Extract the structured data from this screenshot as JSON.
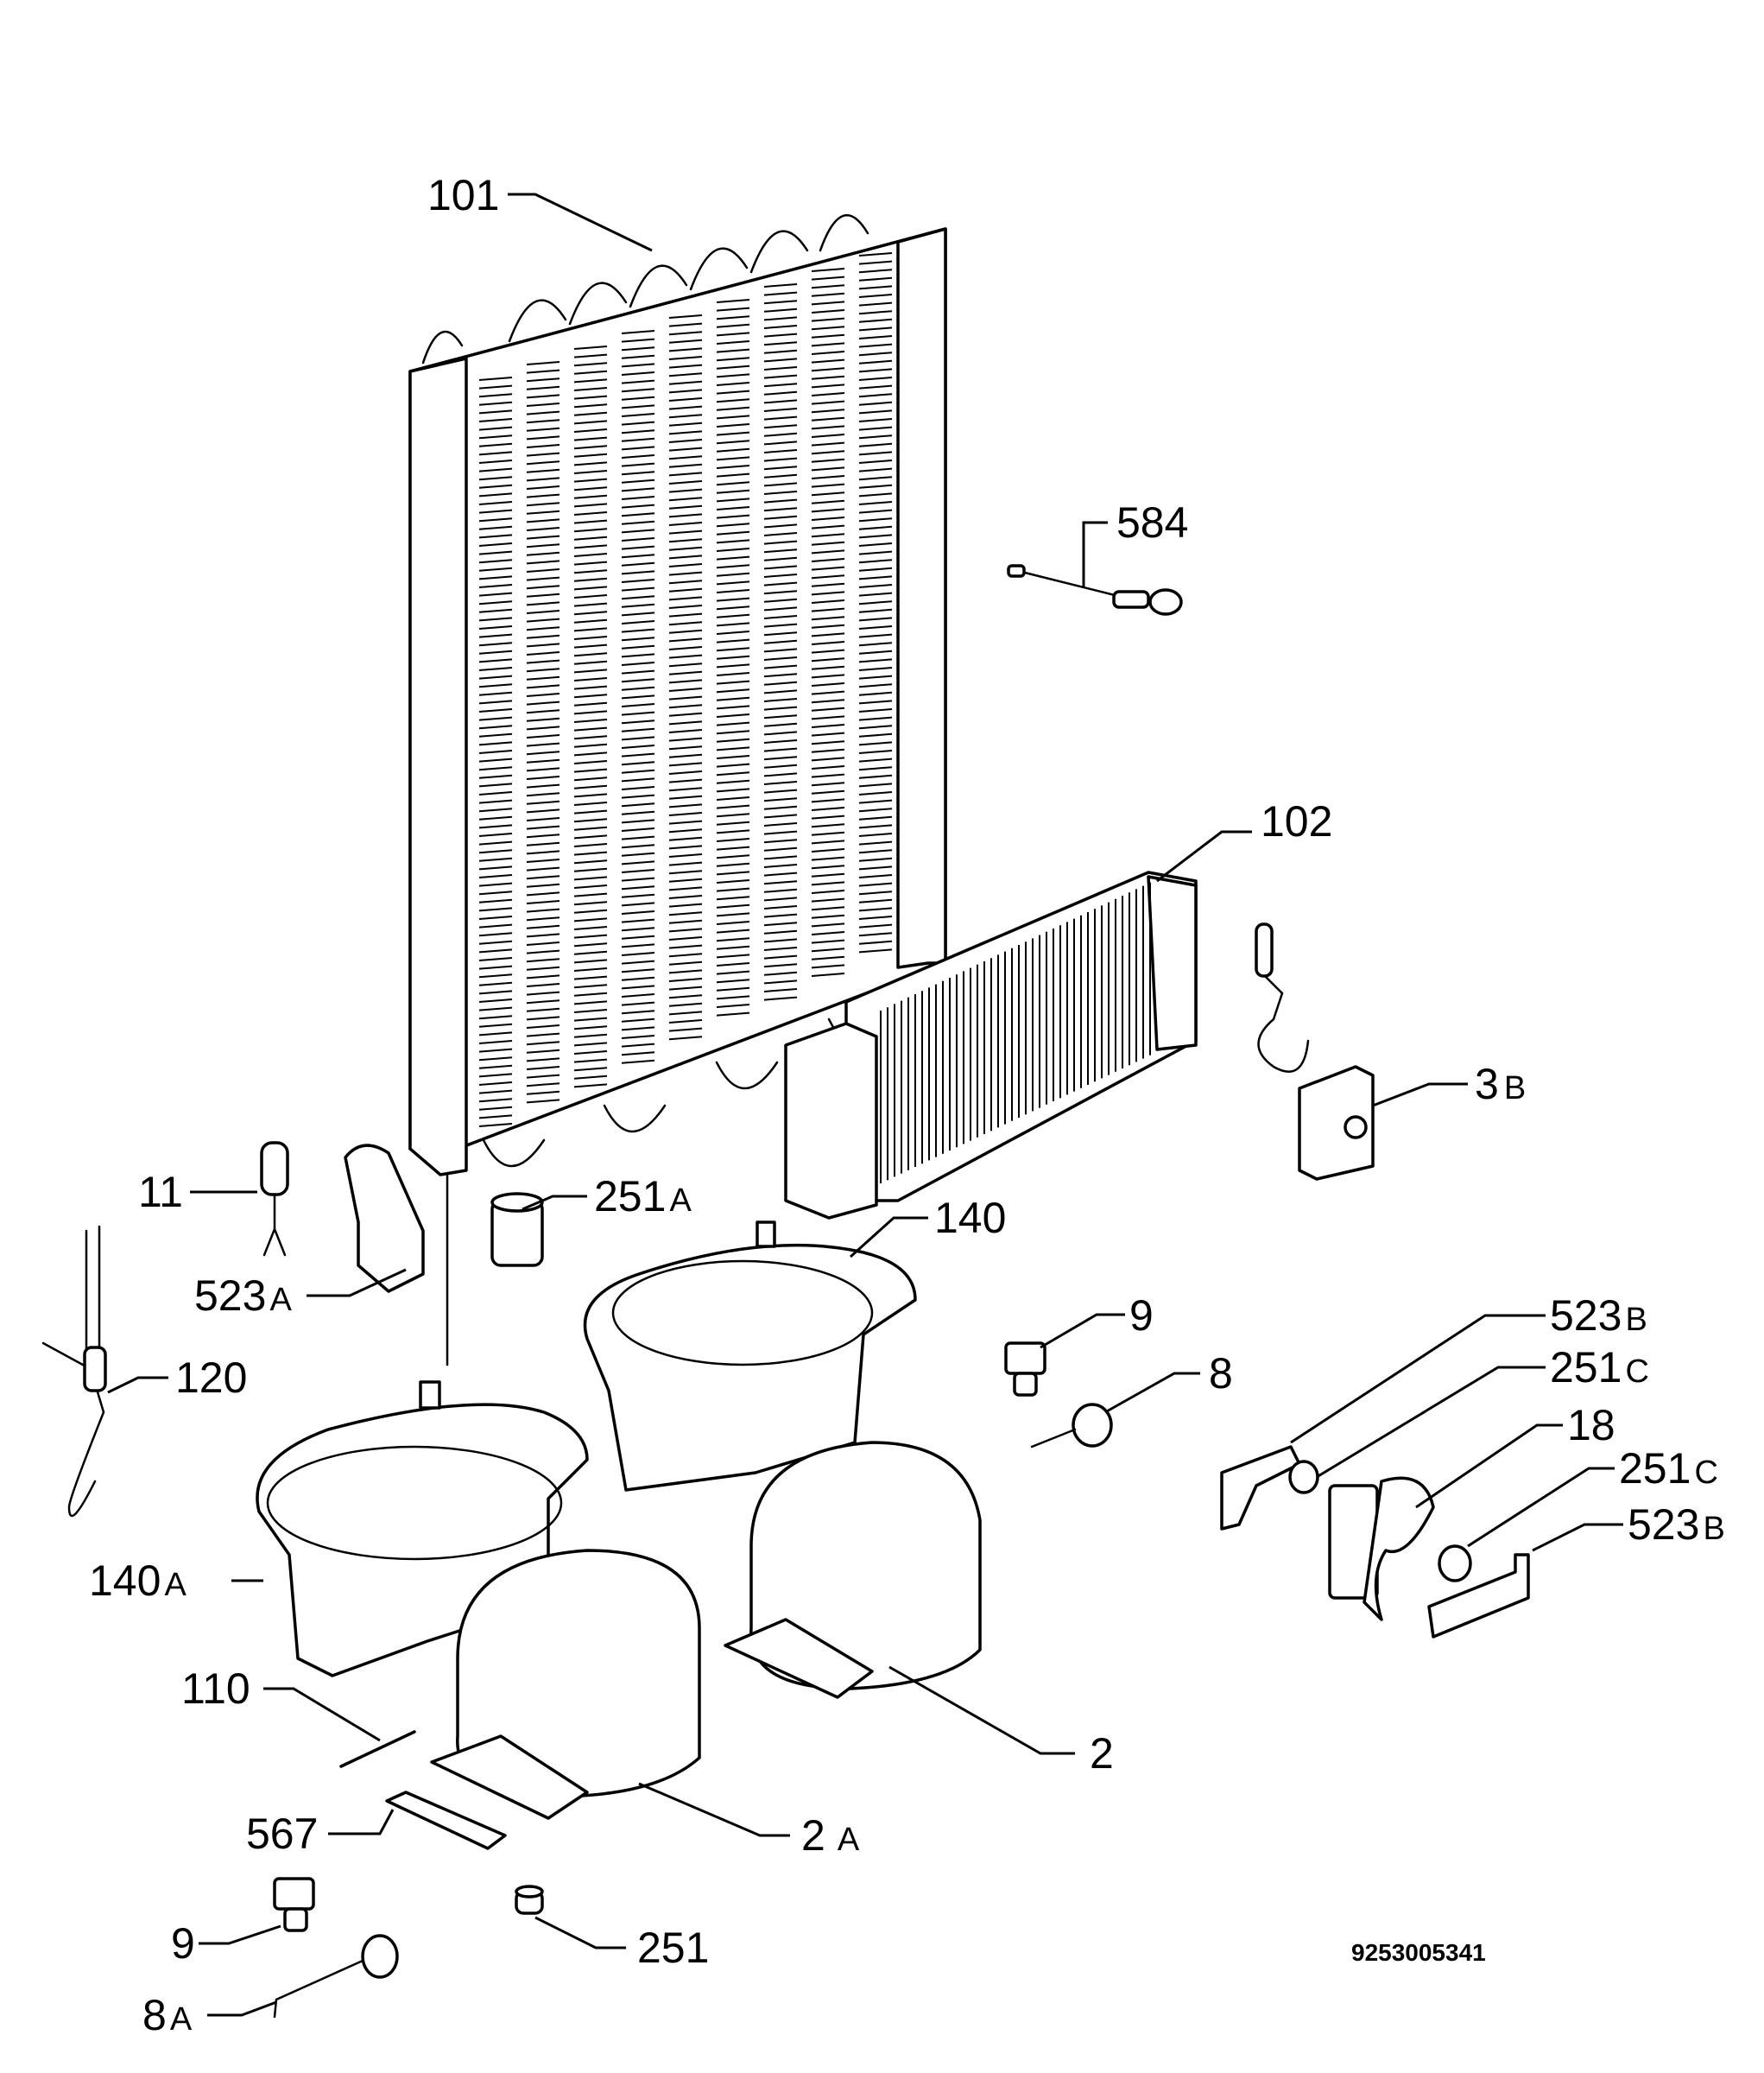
{
  "labels": {
    "l101": "101",
    "l584": "584",
    "l102": "102",
    "l3b_num": "3",
    "l3b_suf": "B",
    "l11": "11",
    "l251a_num": "251",
    "l251a_suf": "A",
    "l140": "140",
    "l523a_num": "523",
    "l523a_suf": "A",
    "l120": "120",
    "l9_top": "9",
    "l8_top": "8",
    "l523b1_num": "523",
    "l523b1_suf": "B",
    "l251c1_num": "251",
    "l251c1_suf": "C",
    "l18": "18",
    "l251c2_num": "251",
    "l251c2_suf": "C",
    "l523b2_num": "523",
    "l523b2_suf": "B",
    "l140a_num": "140",
    "l140a_suf": "A",
    "l110": "110",
    "l2": "2",
    "l567": "567",
    "l2a_num": "2",
    "l2a_suf": "A",
    "l9_bot": "9",
    "l251": "251",
    "l8a_num": "8",
    "l8a_suf": "A"
  },
  "document_number": "9253005341"
}
